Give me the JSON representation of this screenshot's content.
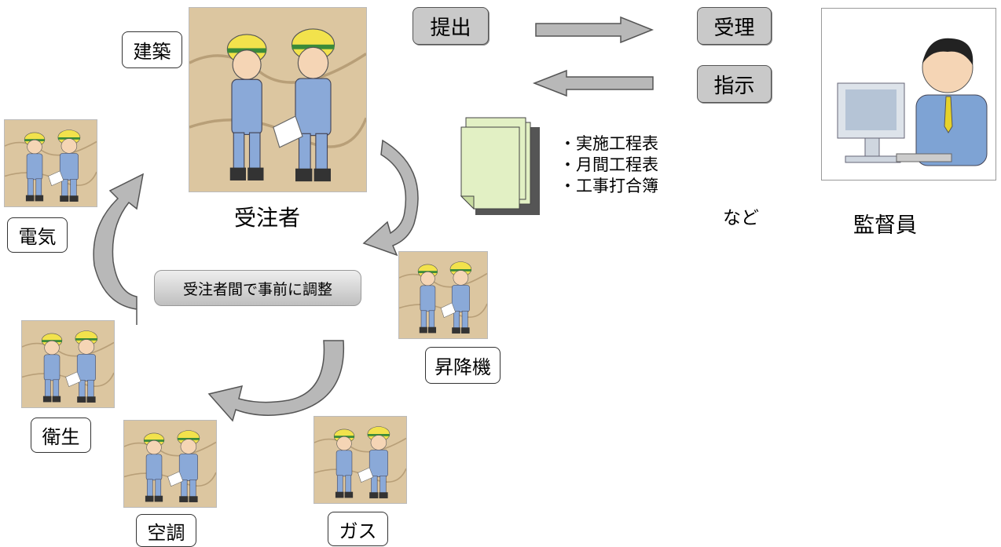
{
  "flow": {
    "submit_label": "提出",
    "accept_label": "受理",
    "instruct_label": "指示"
  },
  "documents": {
    "items": [
      "・実施工程表",
      "・月間工程表",
      "・工事打合簿"
    ],
    "etc_label": "など"
  },
  "supervisor": {
    "label": "監督員"
  },
  "contractor": {
    "label": "受注者",
    "role_tag": "建築"
  },
  "coordination": {
    "label": "受注者間で事前に調整"
  },
  "trades": [
    "電気",
    "衛生",
    "空調",
    "ガス",
    "昇降機"
  ],
  "colors": {
    "button_gray": "#c9c9c9",
    "arrow_gray": "#b8b8b8",
    "document_green": "#e2f0c4",
    "photo_bg": "#dcc6a0"
  },
  "icons": {
    "workers": "two-construction-workers-illustration",
    "supervisor": "office-worker-at-computer-illustration",
    "documents": "stacked-documents-icon"
  }
}
